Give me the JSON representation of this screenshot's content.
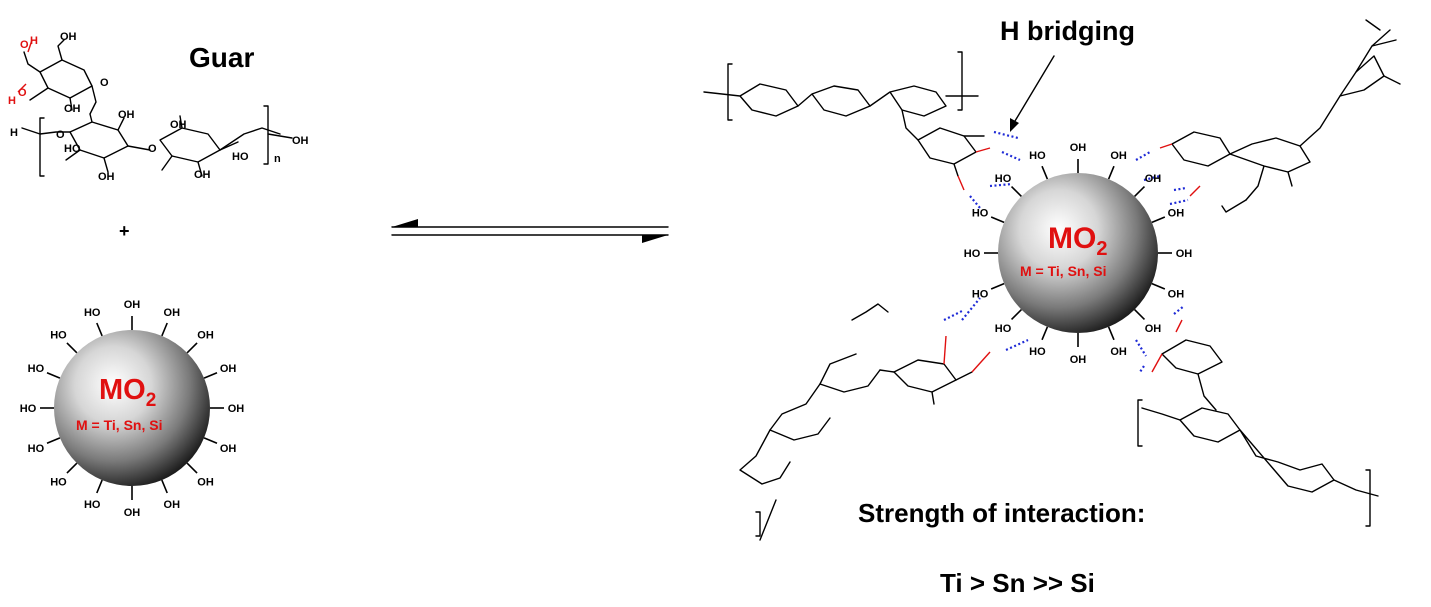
{
  "guar": {
    "title": "Guar",
    "left_chain_labels": {
      "oh_top": "OH",
      "h_top": "H",
      "o_top": "O",
      "h_mid": "H",
      "o_mid": "O",
      "h_left": "H",
      "o_link1": "O",
      "o_link2": "O",
      "o_link3": "O",
      "oh_a": "OH",
      "oh_b": "OH",
      "oh_c": "HO",
      "oh_d": "OH",
      "oh_e": "OH",
      "oh_f": "OH",
      "oh_g": "HO",
      "oh_end": "OH",
      "n": "n"
    }
  },
  "plus": "+",
  "particle_left": {
    "formula_main": "MO",
    "formula_sub": "2",
    "metals": "M = Ti, Sn, Si",
    "oh_label": "OH",
    "ho_label": "HO"
  },
  "particle_right": {
    "formula_main": "MO",
    "formula_sub": "2",
    "metals": "M = Ti, Sn, Si",
    "oh_label": "OH",
    "ho_label": "HO"
  },
  "annotation": {
    "h_bridging": "H bridging"
  },
  "strength": {
    "title": "Strength of interaction:",
    "order": "Ti > Sn >> Si"
  },
  "colors": {
    "highlight_red": "#e01010",
    "hbond_blue": "#1f2bd6",
    "sphere_light": "#ffffff",
    "sphere_dark": "#1a1a1a"
  }
}
